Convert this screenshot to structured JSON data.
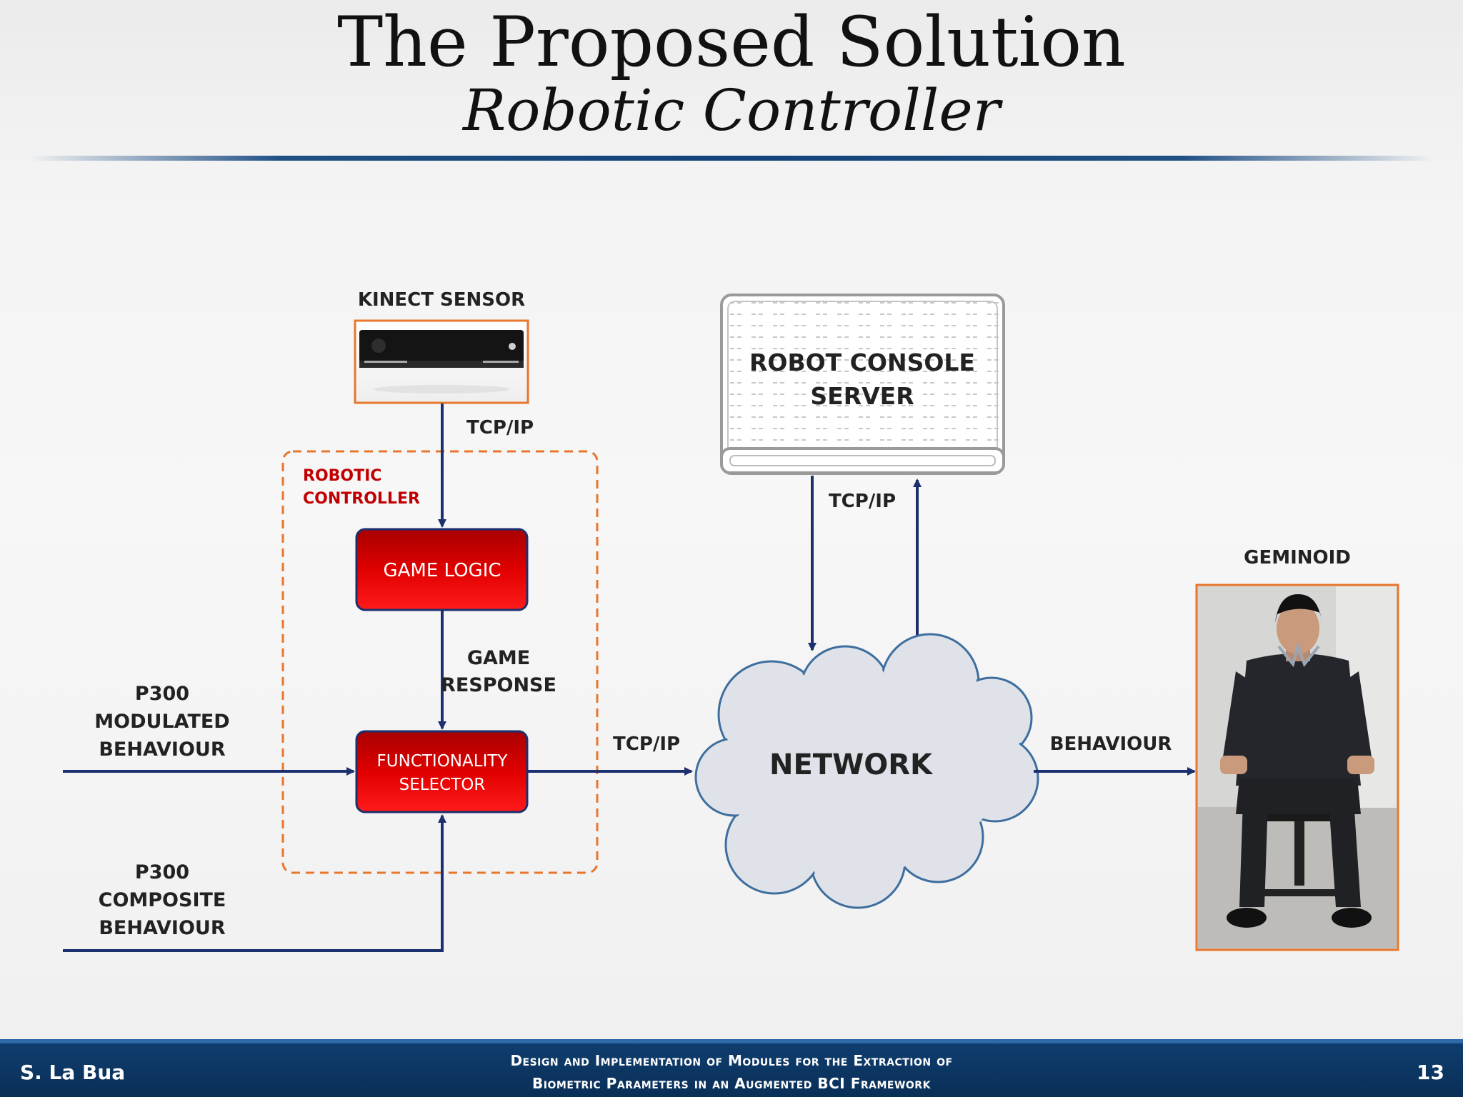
{
  "slide": {
    "title": "The Proposed Solution",
    "subtitle": "Robotic Controller"
  },
  "diagram": {
    "kinect_label": "KINECT SENSOR",
    "robotic_controller_label_line1": "ROBOTIC",
    "robotic_controller_label_line2": "CONTROLLER",
    "game_logic": "GAME LOGIC",
    "functionality_selector_line1": "FUNCTIONALITY",
    "functionality_selector_line2": "SELECTOR",
    "game_response_line1": "GAME",
    "game_response_line2": "RESPONSE",
    "tcp_ip_kinect": "TCP/IP",
    "tcp_ip_server": "TCP/IP",
    "tcp_ip_network": "TCP/IP",
    "server_line1": "ROBOT CONSOLE",
    "server_line2": "SERVER",
    "network": "NETWORK",
    "behaviour": "BEHAVIOUR",
    "geminoid_label": "GEMINOID",
    "p300_modulated": [
      "P300",
      "MODULATED",
      "BEHAVIOUR"
    ],
    "p300_composite": [
      "P300",
      "COMPOSITE",
      "BEHAVIOUR"
    ]
  },
  "footer": {
    "author": "S. La Bua",
    "title_line1": "Design and Implementation of Modules for the Extraction of",
    "title_line2": "Biometric Parameters in an Augmented BCI Framework",
    "page": "13"
  },
  "colors": {
    "arrow": "#1c2f6e",
    "red_box": "#d40000",
    "orange_border": "#e8762b",
    "footer_bg": "#0f3d6e",
    "title_rule": "#14427a",
    "controller_label": "#c00000"
  }
}
